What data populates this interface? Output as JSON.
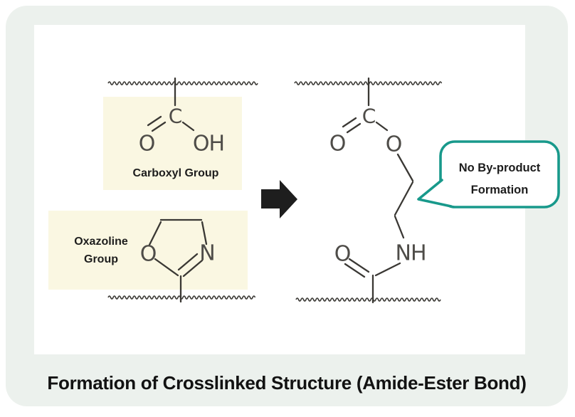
{
  "title": "Formation of Crosslinked Structure (Amide-Ester Bond)",
  "reactants": {
    "carboxyl": {
      "label": "Carboxyl Group",
      "atom_c": "C",
      "atom_o": "O",
      "atom_oh": "OH"
    },
    "oxazoline": {
      "label_line1": "Oxazoline",
      "label_line2": "Group",
      "atom_o": "O",
      "atom_n": "N"
    }
  },
  "product": {
    "atom_c": "C",
    "atom_o_carbonyl": "O",
    "atom_o_ester": "O",
    "atom_nh": "NH",
    "atom_o_amide": "O"
  },
  "callout": {
    "line1": "No By-product",
    "line2": "Formation"
  },
  "colors": {
    "card_bg": "#ecf1ed",
    "panel_bg": "#ffffff",
    "highlight": "#faf7e2",
    "bond": "#3a3834",
    "atom": "#4e4c48",
    "arrow": "#1e1e1e",
    "callout_border": "#18998b",
    "callout_text": "#1c1c1c",
    "label_text": "#1d1d1d",
    "title_text": "#121212"
  }
}
